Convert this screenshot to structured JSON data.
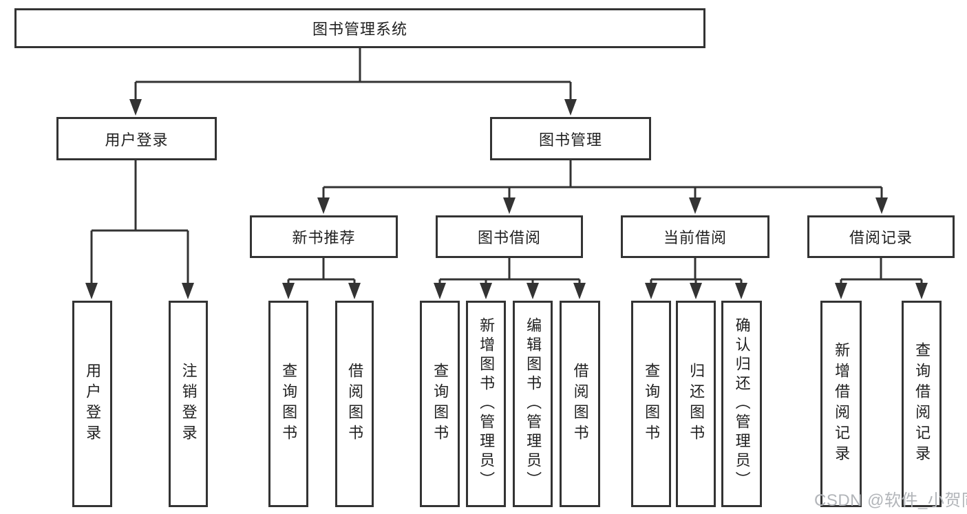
{
  "diagram": {
    "root": "图书管理系统",
    "level2": {
      "user_login": "用户登录",
      "book_management": "图书管理"
    },
    "level3": {
      "new_book_recommend": "新书推荐",
      "book_borrowing": "图书借阅",
      "current_borrowing": "当前借阅",
      "borrowing_records": "借阅记录"
    },
    "leaves": {
      "user_login": "用户登录",
      "logout": "注销登录",
      "rec_query_books": "查询图书",
      "rec_borrow_books": "借阅图书",
      "bor_query_books": "查询图书",
      "bor_add_books": "新增图书（管理员）",
      "bor_edit_books": "编辑图书（管理员）",
      "bor_borrow_books": "借阅图书",
      "cur_query_books": "查询图书",
      "cur_return_books": "归还图书",
      "cur_confirm_return": "确认归还（管理员）",
      "add_borrow_record": "新增借阅记录",
      "query_borrow_record": "查询借阅记录"
    }
  },
  "watermark": "CSDN @软件_小贺同学",
  "colors": {
    "line": "#333333",
    "text": "#212121",
    "background": "#ffffff",
    "watermark": "#b2b5b9"
  }
}
